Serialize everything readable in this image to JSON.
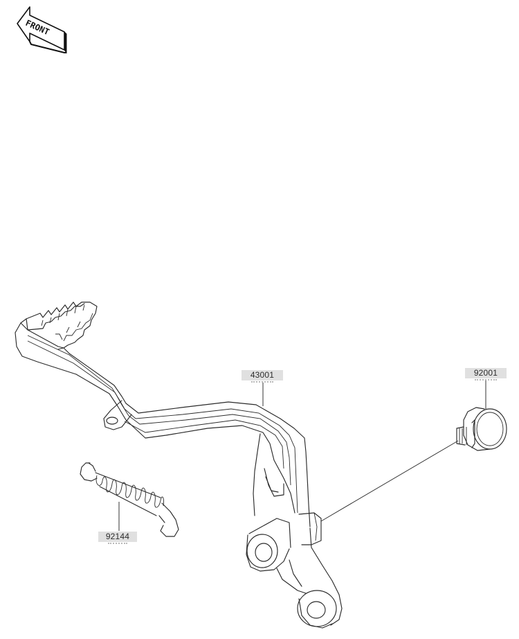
{
  "orientation": {
    "label": "FRONT",
    "icon": "front-direction-arrow-icon"
  },
  "callouts": {
    "brake_pedal": "43001",
    "bolt": "92001",
    "spring": "92144"
  },
  "colors": {
    "label_background": "#e0e0e0",
    "line": "#2a2a2a"
  }
}
